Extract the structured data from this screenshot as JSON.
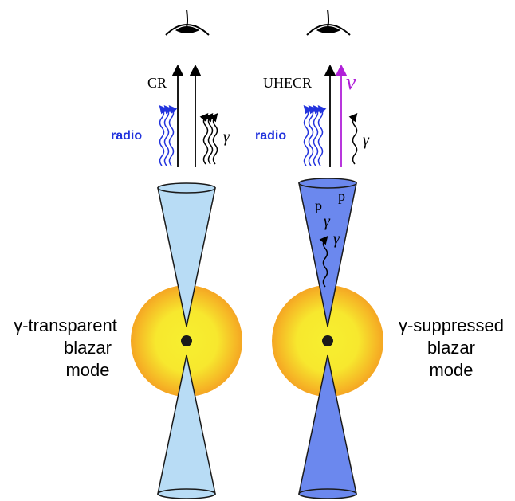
{
  "colors": {
    "cone_transparent": "#b8dcf5",
    "cone_suppressed": "#6b88ee",
    "cone_stroke": "#1a1a1a",
    "radio_wave": "#2233dd",
    "neutrino": "#b020d8",
    "sphere_core": "#f7ef30",
    "sphere_edge": "#f5a623",
    "black_hole": "#1a1a1a",
    "arrow": "#000000"
  },
  "left_panel": {
    "top_label": "CR",
    "radio_label": "radio",
    "gamma_label": "γ",
    "mode_line1": "γ-transparent",
    "mode_line2": "blazar",
    "mode_line3": "mode"
  },
  "right_panel": {
    "top_label": "UHECR",
    "nu_label": "ν",
    "radio_label": "radio",
    "gamma_label": "γ",
    "p_label_1": "p",
    "p_label_2": "p",
    "gamma_inner_1": "γ",
    "gamma_inner_2": "γ",
    "mode_line1": "γ-suppressed",
    "mode_line2": "blazar",
    "mode_line3": "mode"
  }
}
